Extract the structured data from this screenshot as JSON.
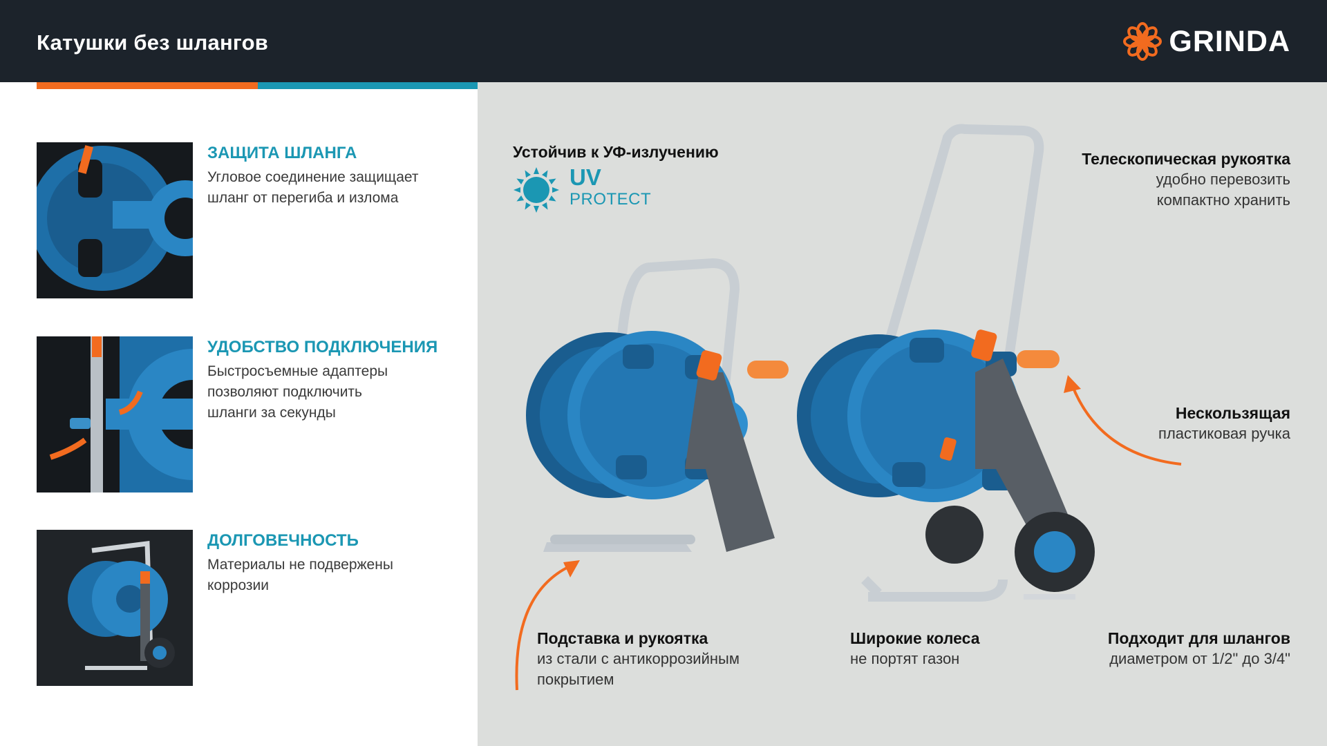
{
  "header": {
    "title": "Катушки без шлангов",
    "brand": "GRINDA",
    "colors": {
      "background": "#1c232b",
      "accent_orange": "#f26b1f",
      "accent_blue": "#1b97b3"
    }
  },
  "features": [
    {
      "title": "ЗАЩИТА ШЛАНГА",
      "lines": [
        "Угловое соединение защищает",
        "шланг от перегиба и излома"
      ],
      "image": "reel-closeup-photo"
    },
    {
      "title": "УДОБСТВО ПОДКЛЮЧЕНИЯ",
      "lines": [
        "Быстросъемные адаптеры",
        "позволяют подключить",
        "шланги за секунды"
      ],
      "image": "adapter-closeup-photo"
    },
    {
      "title": "ДОЛГОВЕЧНОСТЬ",
      "lines": [
        "Материалы не подвержены",
        "коррозии"
      ],
      "image": "cart-photo"
    }
  ],
  "product": {
    "uv": {
      "title": "Устойчив к УФ-излучению",
      "badge_big": "UV",
      "badge_small": "PROTECT",
      "icon": "sun-icon"
    },
    "telescopic": {
      "title": "Телескопическая рукоятка",
      "lines": [
        "удобно перевозить",
        "компактно хранить"
      ]
    },
    "nonslip": {
      "title": "Нескользящая",
      "lines": [
        "пластиковая ручка"
      ]
    },
    "stand": {
      "title": "Подставка и рукоятка",
      "lines": [
        "из стали с антикоррозийным",
        "покрытием"
      ]
    },
    "wheels": {
      "title": "Широкие колеса",
      "lines": [
        "не портят газон"
      ]
    },
    "fits": {
      "title": "Подходит для шлангов",
      "lines": [
        "диаметром от 1/2\" до 3/4\""
      ]
    }
  }
}
